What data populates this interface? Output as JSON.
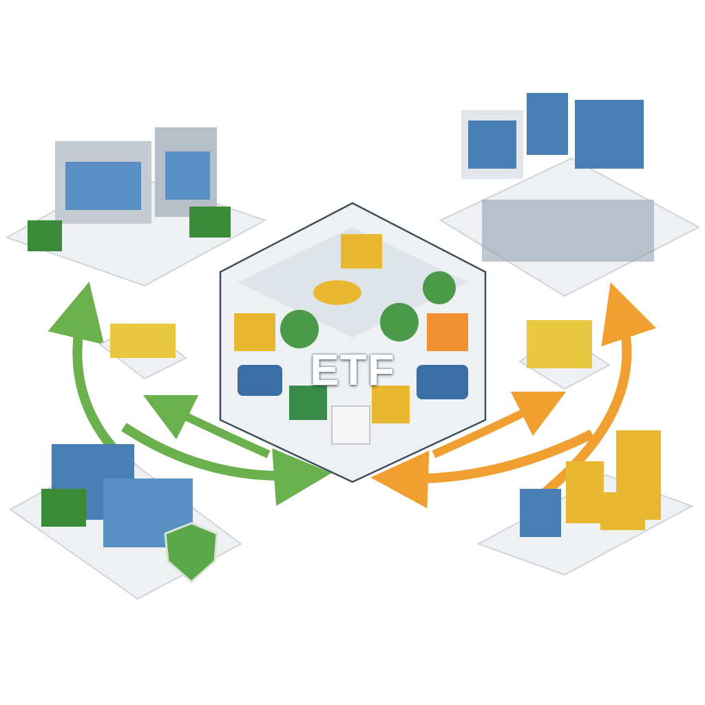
{
  "diagram": {
    "center": {
      "label": "ETF",
      "shape": "hexagon-cube"
    },
    "nodes": [
      {
        "id": "institution",
        "icon": "office-building-icon",
        "position": "top-left"
      },
      {
        "id": "trading-desk",
        "icon": "trading-floor-icon",
        "position": "top-right"
      },
      {
        "id": "securities-basket",
        "icon": "securities-stack-icon",
        "position": "bottom-left"
      },
      {
        "id": "cash",
        "icon": "gold-coins-icon",
        "position": "bottom-right"
      }
    ],
    "arrows": [
      {
        "from": "securities-basket",
        "to": "institution",
        "color": "#6ab04c"
      },
      {
        "from": "institution",
        "to": "ETF",
        "color": "#6ab04c"
      },
      {
        "from": "cash",
        "to": "trading-desk",
        "color": "#f0a030"
      },
      {
        "from": "trading-desk",
        "to": "ETF",
        "color": "#f0a030"
      }
    ]
  },
  "colors": {
    "green": "#6ab04c",
    "orange": "#f0a030",
    "blue": "#4a7fb5",
    "gold": "#e8b830"
  }
}
